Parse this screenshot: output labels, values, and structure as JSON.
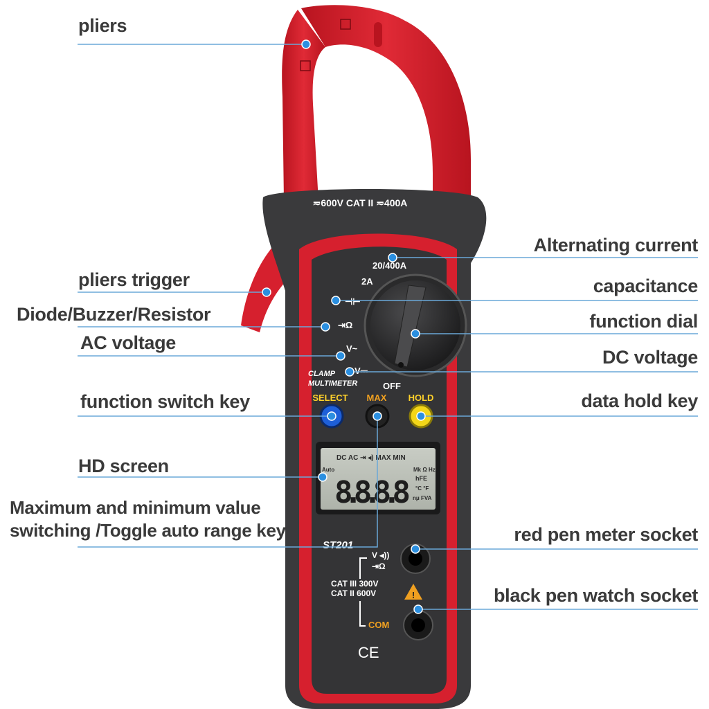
{
  "labels": {
    "pliers": "pliers",
    "pliers_trigger": "pliers trigger",
    "diode_buzzer_resistor": "Diode/Buzzer/Resistor",
    "ac_voltage": "AC voltage",
    "function_switch_key": "function switch key",
    "hd_screen": "HD screen",
    "max_min_line1": "Maximum and minimum value",
    "max_min_line2": "switching /Toggle auto range key",
    "alternating_current": "Alternating current",
    "capacitance": "capacitance",
    "function_dial": "function dial",
    "dc_voltage": "DC voltage",
    "data_hold_key": "data hold key",
    "red_pen_socket": "red pen meter socket",
    "black_pen_socket": "black pen watch socket"
  },
  "device": {
    "rating": "≂600V CAT II ≂400A",
    "dial_positions": [
      "20/400A",
      "2A",
      "⊣⊢",
      "⇥Ω",
      "V~",
      "V⎓",
      "OFF"
    ],
    "branding_line1": "CLAMP",
    "branding_line2": "MULTIMETER",
    "button_select": "SELECT",
    "button_max": "MAX",
    "button_hold": "HOLD",
    "lcd_top": "DC AC ⇥ ◂) MAX MIN",
    "lcd_auto": "Auto",
    "lcd_digits": "8.8.8.8",
    "lcd_units_1": "Mk Ω Hz",
    "lcd_units_2": "hFE",
    "lcd_units_3": "°C °F",
    "lcd_units_4": "nμ FVA",
    "model": "ST201",
    "socket_label_top": "V ◂))",
    "socket_label_mid": "⇥Ω",
    "cat_line1": "CAT III 300V",
    "cat_line2": "CAT II 600V",
    "com": "COM",
    "ce": "CE",
    "warning": "!"
  },
  "colors": {
    "body_red": "#d6202e",
    "body_dark": "#3a3a3c",
    "pointer_blue": "#2b8fe0",
    "leader_line": "#6aa8d8",
    "select_blue": "#1e5fd8",
    "hold_yellow": "#f3d619",
    "com_orange": "#f0a020"
  }
}
